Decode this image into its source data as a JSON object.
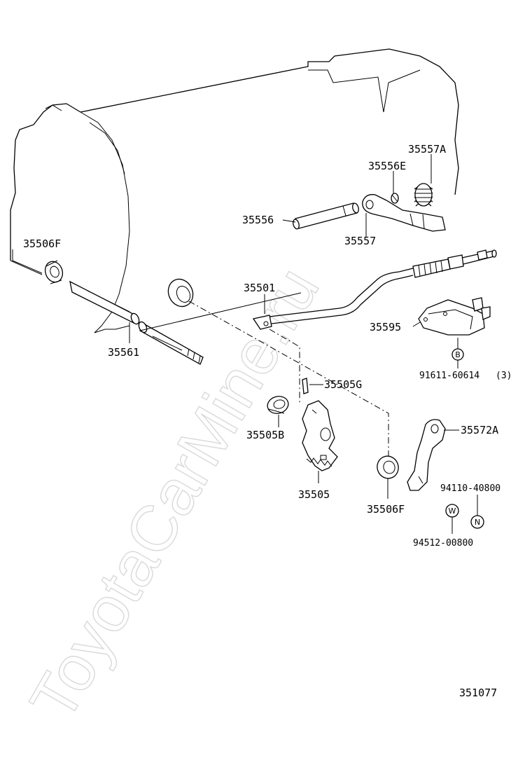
{
  "watermark": "ToyotaCarMine.ru",
  "diagram_id": "351077",
  "labels": {
    "p35557A": "35557A",
    "p35556E": "35556E",
    "p35556": "35556",
    "p35557": "35557",
    "p35506F_top": "35506F",
    "p35501": "35501",
    "p35595": "35595",
    "p35561": "35561",
    "p91611": "91611-60614",
    "p91611_qty": "(3)",
    "p35505G": "35505G",
    "p35505B": "35505B",
    "p35572A": "35572A",
    "p35505": "35505",
    "p35506F_bottom": "35506F",
    "p94110": "94110-40800",
    "p94512": "94512-00800"
  },
  "codes": {
    "b": "B",
    "w": "W",
    "n": "N"
  }
}
